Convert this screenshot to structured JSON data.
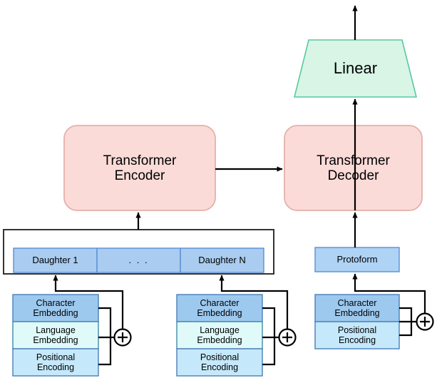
{
  "diagram": {
    "title": "Transformer encoder-decoder architecture for protoform reconstruction",
    "colors": {
      "transformer_fill": "#fadbd8",
      "transformer_stroke": "#e6b0aa",
      "linear_fill": "#d8f5e6",
      "linear_stroke": "#58c9a0",
      "daughter_fill": "#a9ccf0",
      "daughter_stroke": "#5b8fd4",
      "character_fill": "#9dc9ef",
      "character_stroke": "#4a7fba",
      "language_fill": "#e0fafa",
      "language_stroke": "#3f8aa8",
      "positional_fill": "#c5e8fb",
      "positional_stroke": "#4a7fba",
      "protoform_fill": "#aed3f5",
      "protoform_stroke": "#5b8fd4",
      "line": "#000000",
      "container_stroke": "#333333"
    }
  },
  "nodes": {
    "linear": {
      "label": "Linear"
    },
    "encoder": {
      "label": "Transformer\nEncoder",
      "line1": "Transformer",
      "line2": "Encoder"
    },
    "decoder": {
      "label": "Transformer\nDecoder",
      "line1": "Transformer",
      "line2": "Decoder"
    },
    "protoform": {
      "label": "Protoform"
    }
  },
  "source_sequence": {
    "container_name": "daughter-sequence-container",
    "tokens": [
      {
        "label": "Daughter 1"
      },
      {
        "label": ". . ."
      },
      {
        "label": "Daughter N"
      }
    ]
  },
  "embedding_groups": [
    {
      "name": "daughter-1-embeddings",
      "layers": [
        {
          "line1": "Character",
          "line2": "Embedding",
          "kind": "character"
        },
        {
          "line1": "Language",
          "line2": "Embedding",
          "kind": "language"
        },
        {
          "line1": "Positional",
          "line2": "Encoding",
          "kind": "positional"
        }
      ],
      "adder": {
        "symbol": "+"
      }
    },
    {
      "name": "daughter-n-embeddings",
      "layers": [
        {
          "line1": "Character",
          "line2": "Embedding",
          "kind": "character"
        },
        {
          "line1": "Language",
          "line2": "Embedding",
          "kind": "language"
        },
        {
          "line1": "Positional",
          "line2": "Encoding",
          "kind": "positional"
        }
      ],
      "adder": {
        "symbol": "+"
      }
    },
    {
      "name": "protoform-embeddings",
      "layers": [
        {
          "line1": "Character",
          "line2": "Embedding",
          "kind": "character"
        },
        {
          "line1": "Positional",
          "line2": "Encoding",
          "kind": "positional"
        }
      ],
      "adder": {
        "symbol": "+"
      }
    }
  ]
}
